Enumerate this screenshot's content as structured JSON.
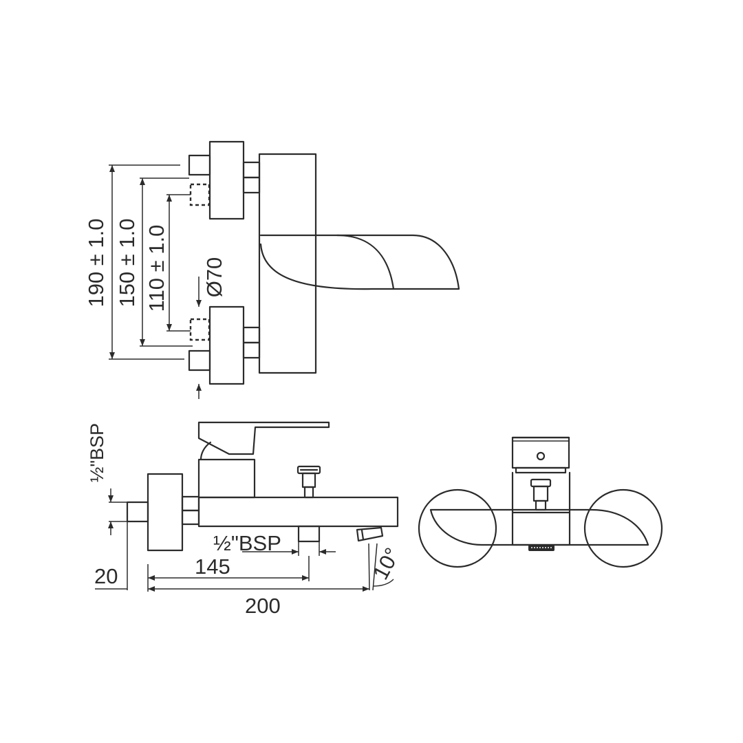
{
  "dimensions": {
    "d190": "190 ± 1.0",
    "d150": "150 ± 1.0",
    "d110": "110 ± 1.0",
    "dia70": "Ø70",
    "bsp_inlet": "½\"BSP",
    "bsp_outlet": "½\"BSP",
    "d20": "20",
    "d145": "145",
    "d200": "200",
    "angle": "10°"
  },
  "colors": {
    "line": "#2b2b2b",
    "background": "#ffffff"
  }
}
